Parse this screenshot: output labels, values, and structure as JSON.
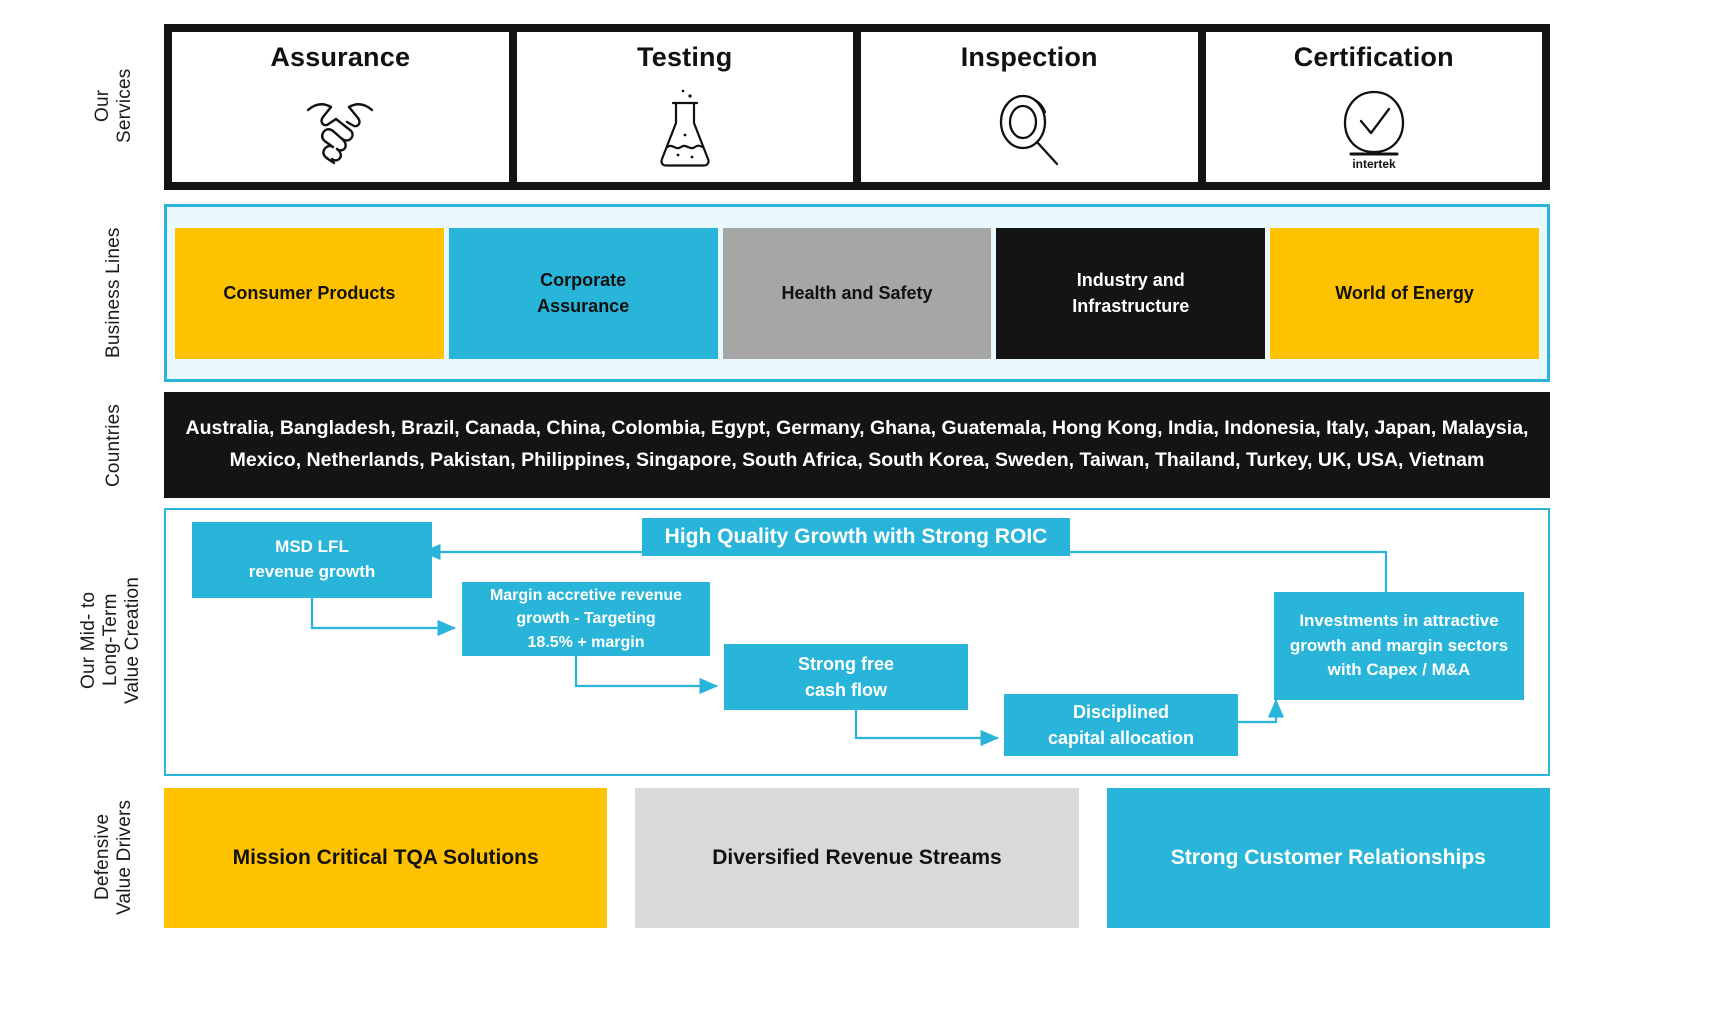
{
  "rows": {
    "services_label": "Our\nServices",
    "business_lines_label": "Business Lines",
    "countries_label": "Countries",
    "value_creation_label": "Our Mid- to\nLong-Term\nValue Creation",
    "defensive_label": "Defensive\nValue Drivers"
  },
  "services": {
    "cards": [
      {
        "title": "Assurance",
        "icon": "handshake-icon"
      },
      {
        "title": "Testing",
        "icon": "flask-icon"
      },
      {
        "title": "Inspection",
        "icon": "magnifier-icon"
      },
      {
        "title": "Certification",
        "icon": "check-circle-icon",
        "caption": "intertek"
      }
    ]
  },
  "business_lines": {
    "cards": [
      {
        "label": "Consumer Products",
        "bg": "#FFC200",
        "fg": "#111111"
      },
      {
        "label": "Corporate\nAssurance",
        "bg": "#29B5D9",
        "fg": "#111111"
      },
      {
        "label": "Health and Safety",
        "bg": "#A6A6A6",
        "fg": "#111111"
      },
      {
        "label": "Industry and\nInfrastructure",
        "bg": "#141414",
        "fg": "#FFFFFF"
      },
      {
        "label": "World of Energy",
        "bg": "#FFC200",
        "fg": "#111111"
      }
    ]
  },
  "countries": {
    "text": "Australia, Bangladesh, Brazil, Canada, China, Colombia, Egypt, Germany, Ghana, Guatemala, Hong Kong, India, Indonesia, Italy, Japan, Malaysia, Mexico, Netherlands, Pakistan, Philippines, Singapore, South Africa, South Korea, Sweden, Taiwan, Thailand, Turkey, UK, USA, Vietnam"
  },
  "value_creation": {
    "banner": "High Quality Growth with Strong ROIC",
    "boxes": [
      {
        "label": "MSD LFL\nrevenue growth"
      },
      {
        "label": "Margin accretive revenue\ngrowth - Targeting\n18.5% + margin"
      },
      {
        "label": "Strong free\ncash flow"
      },
      {
        "label": "Disciplined\ncapital allocation"
      },
      {
        "label": "Investments in attractive\ngrowth and margin sectors\nwith Capex / M&A"
      }
    ]
  },
  "defensive_drivers": {
    "cards": [
      {
        "label": "Mission Critical TQA Solutions",
        "bg": "#FFC200",
        "fg": "#111111"
      },
      {
        "label": "Diversified Revenue Streams",
        "bg": "#D9D9D9",
        "fg": "#111111"
      },
      {
        "label": "Strong Customer Relationships",
        "bg": "#29B5D9",
        "fg": "#FFFFFF"
      }
    ]
  },
  "colors": {
    "cyan": "#29B5D9",
    "yellow": "#FFC200",
    "grey": "#A6A6A6",
    "light_grey": "#D9D9D9",
    "black": "#141414",
    "pale_cyan": "#E9F8FC"
  }
}
